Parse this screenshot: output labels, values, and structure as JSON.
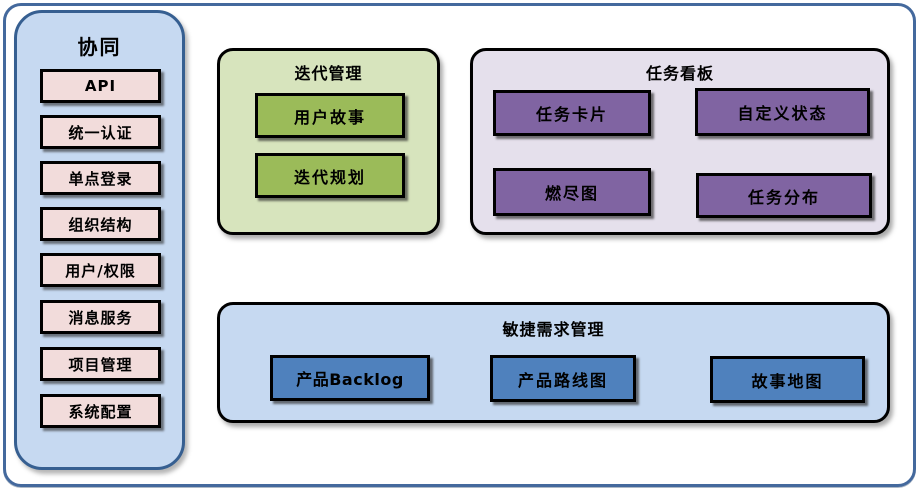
{
  "colors": {
    "frame_border": "#44699d",
    "sidebar_fill": "#c6d9f1",
    "sidebar_border": "#365f91",
    "sidebar_item_fill": "#f2dcdb",
    "iteration_container_fill": "#d7e4bd",
    "iteration_item_fill": "#9bbb59",
    "taskboard_container_fill": "#e5e0ec",
    "taskboard_item_fill": "#8064a2",
    "requirements_container_fill": "#c6d9f1",
    "requirements_item_fill": "#4f81bd",
    "box_border": "#000000",
    "text": "#000000"
  },
  "sidebar": {
    "title": "协同",
    "items": [
      "API",
      "统一认证",
      "单点登录",
      "组织结构",
      "用户/权限",
      "消息服务",
      "项目管理",
      "系统配置"
    ]
  },
  "groups": {
    "iteration": {
      "title": "迭代管理",
      "items": [
        "用户故事",
        "迭代规划"
      ]
    },
    "taskboard": {
      "title": "任务看板",
      "items": [
        "任务卡片",
        "自定义状态",
        "燃尽图",
        "任务分布"
      ]
    },
    "requirements": {
      "title": "敏捷需求管理",
      "items": [
        "产品Backlog",
        "产品路线图",
        "故事地图"
      ]
    }
  }
}
